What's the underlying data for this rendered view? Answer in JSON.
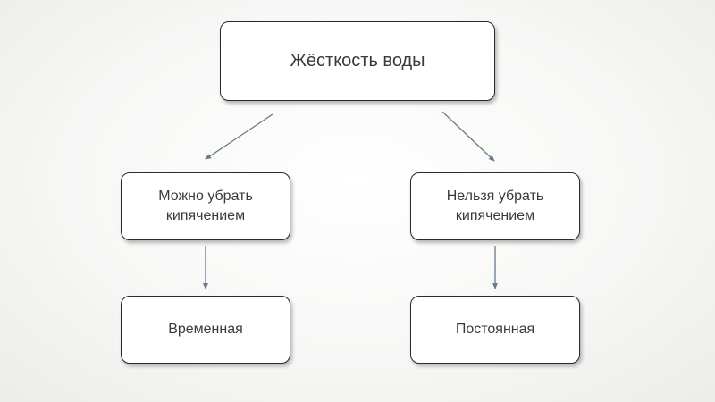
{
  "diagram": {
    "root": {
      "label": "Жёсткость воды"
    },
    "left_branch": {
      "condition": "Можно убрать кипячением",
      "result": "Временная"
    },
    "right_branch": {
      "condition": "Нельзя убрать кипячением",
      "result": "Постоянная"
    },
    "colors": {
      "border": "#2a2a2a",
      "text": "#3a3a3a",
      "arrow": "#6a7a8c"
    }
  }
}
